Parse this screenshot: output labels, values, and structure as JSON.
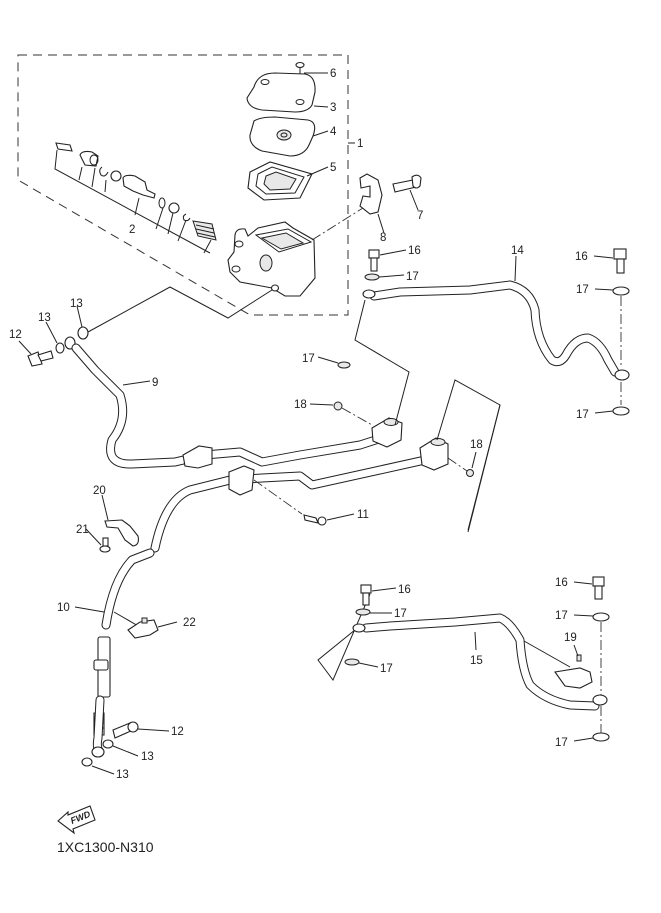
{
  "diagram": {
    "code": "1XC1300-N310",
    "fwd_label": "FWD",
    "callouts": {
      "c1": "1",
      "c2": "2",
      "c3": "3",
      "c4": "4",
      "c5": "5",
      "c6": "6",
      "c7": "7",
      "c8": "8",
      "c9": "9",
      "c10": "10",
      "c11": "11",
      "c12a": "12",
      "c12b": "12",
      "c13a": "13",
      "c13b": "13",
      "c13c": "13",
      "c13d": "13",
      "c14": "14",
      "c15": "15",
      "c16a": "16",
      "c16b": "16",
      "c16c": "16",
      "c16d": "16",
      "c17a": "17",
      "c17b": "17",
      "c17c": "17",
      "c17d": "17",
      "c17e": "17",
      "c17f": "17",
      "c17g": "17",
      "c17h": "17",
      "c18a": "18",
      "c18b": "18",
      "c19": "19",
      "c20": "20",
      "c21": "21",
      "c22": "22"
    }
  }
}
